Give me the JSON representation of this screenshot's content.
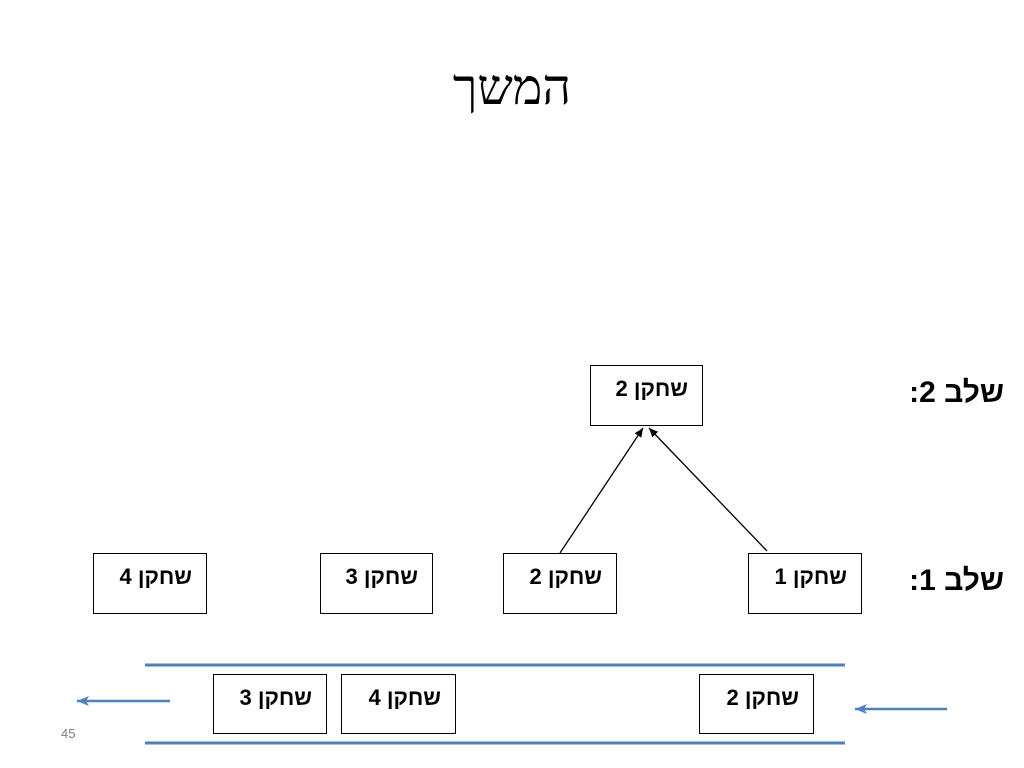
{
  "slide": {
    "title": "המשך",
    "page_number": "45"
  },
  "stages": {
    "stage2_label": "שלב 2:",
    "stage1_label": "שלב 1:"
  },
  "stage2": {
    "winner": "שחקן 2"
  },
  "stage1": {
    "players": [
      "שחקן 1",
      "שחקן 2",
      "שחקן 3",
      "שחקן 4"
    ]
  },
  "queue": {
    "players": [
      "שחקן 2",
      "שחקן 4",
      "שחקן 3"
    ]
  },
  "colors": {
    "queue_lines": "#4f81bd",
    "arrows": "#000000",
    "text": "#000000"
  }
}
